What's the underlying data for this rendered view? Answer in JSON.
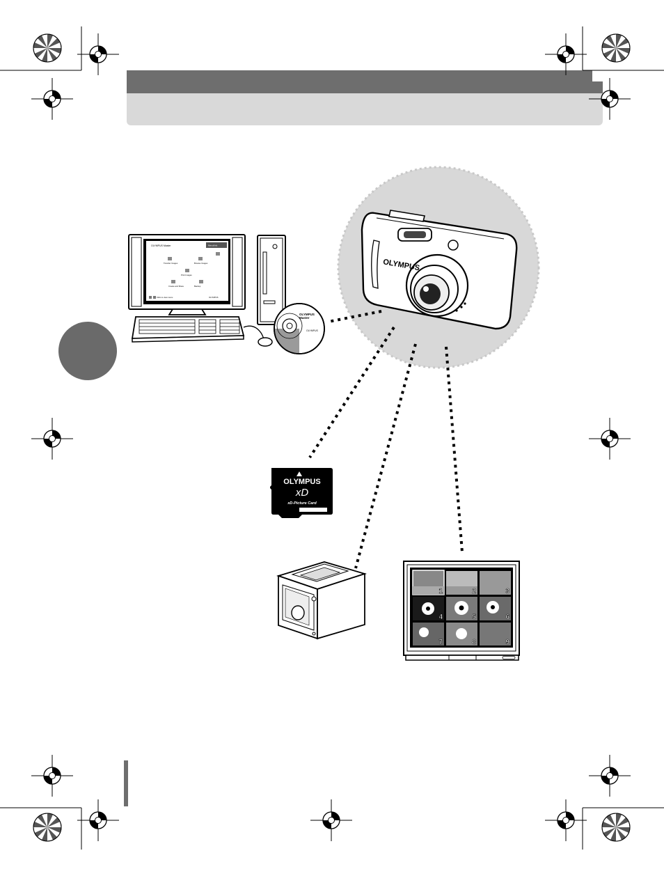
{
  "header": {
    "title": "",
    "subtitle": ""
  },
  "chapter_marker": {
    "number": ""
  },
  "computer": {
    "screen_title": "OLYMPUS Master",
    "screen_button": "Menu/Info",
    "menu_items": [
      "Transfer Images",
      "Browse Images",
      "Print Images",
      "Create and Share",
      "Backup"
    ],
    "status_text": "Click to view menu",
    "brand": "OLYMPUS"
  },
  "cd": {
    "label_line1": "OLYMPUS",
    "label_line2": "Master",
    "brand": "OLYMPUS"
  },
  "camera": {
    "brand": "OLYMPUS"
  },
  "xd_card": {
    "brand": "OLYMPUS",
    "logo": "xD",
    "name": "xD-Picture Card"
  },
  "tv": {
    "thumbnail_numbers": [
      "1",
      "2",
      "3",
      "4",
      "5",
      "6",
      "7",
      "8",
      "9"
    ]
  },
  "icons": [
    "registration-mark-icon",
    "color-wheel-icon",
    "cd-rom-icon",
    "camera-icon",
    "xd-card-icon",
    "printer-icon",
    "tv-icon"
  ]
}
